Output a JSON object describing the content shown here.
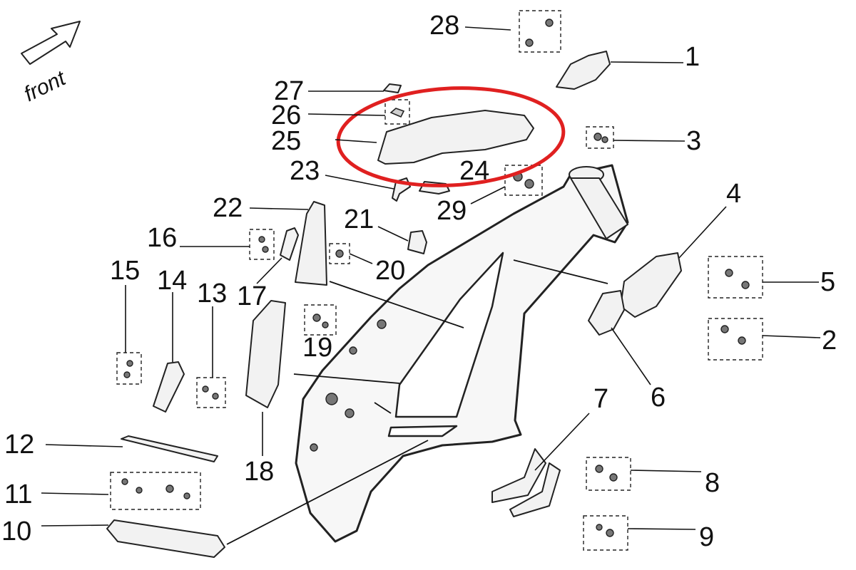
{
  "orientation": {
    "label": "front"
  },
  "highlight": {
    "color": "#e02020",
    "target_part": "25"
  },
  "callouts": [
    {
      "id": "c1",
      "label": "1"
    },
    {
      "id": "c2",
      "label": "2"
    },
    {
      "id": "c3",
      "label": "3"
    },
    {
      "id": "c4",
      "label": "4"
    },
    {
      "id": "c5",
      "label": "5"
    },
    {
      "id": "c6",
      "label": "6"
    },
    {
      "id": "c7",
      "label": "7"
    },
    {
      "id": "c8",
      "label": "8"
    },
    {
      "id": "c9",
      "label": "9"
    },
    {
      "id": "c10",
      "label": "10"
    },
    {
      "id": "c11",
      "label": "11"
    },
    {
      "id": "c12",
      "label": "12"
    },
    {
      "id": "c13",
      "label": "13"
    },
    {
      "id": "c14",
      "label": "14"
    },
    {
      "id": "c15",
      "label": "15"
    },
    {
      "id": "c16",
      "label": "16"
    },
    {
      "id": "c17",
      "label": "17"
    },
    {
      "id": "c18",
      "label": "18"
    },
    {
      "id": "c19",
      "label": "19"
    },
    {
      "id": "c20",
      "label": "20"
    },
    {
      "id": "c21",
      "label": "21"
    },
    {
      "id": "c22",
      "label": "22"
    },
    {
      "id": "c23",
      "label": "23"
    },
    {
      "id": "c24",
      "label": "24"
    },
    {
      "id": "c25",
      "label": "25"
    },
    {
      "id": "c26",
      "label": "26"
    },
    {
      "id": "c27",
      "label": "27"
    },
    {
      "id": "c28",
      "label": "28"
    },
    {
      "id": "c29",
      "label": "29"
    }
  ]
}
